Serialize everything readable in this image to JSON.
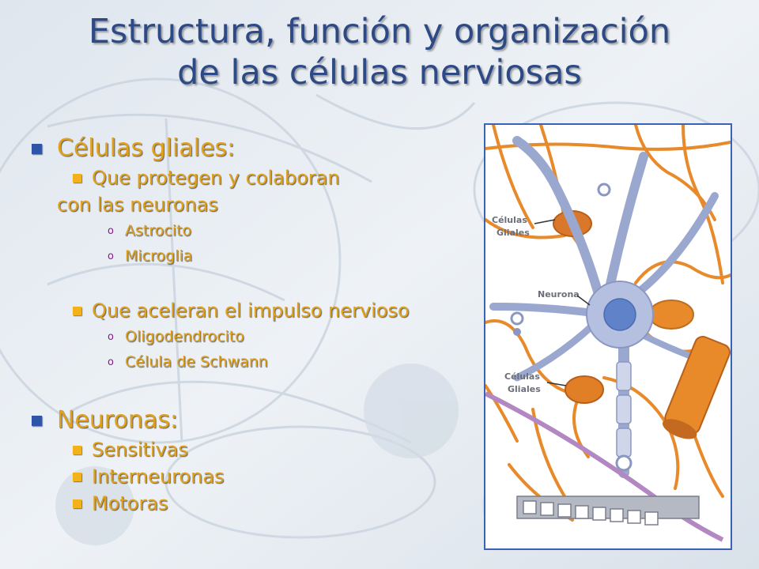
{
  "title": {
    "line1": "Estructura, función y organización",
    "line2": "de las células nerviosas"
  },
  "sections": [
    {
      "heading": "Células gliales:",
      "subitems": [
        {
          "text": "Que protegen y colaboran",
          "continuation": "con las neuronas",
          "items": [
            "Astrocito",
            "Microglia"
          ]
        },
        {
          "text": "Que aceleran el impulso nervioso",
          "items": [
            "Oligodendrocito",
            "Célula de Schwann"
          ]
        }
      ]
    },
    {
      "heading": "Neuronas:",
      "subitems": [
        {
          "text": "Sensitivas"
        },
        {
          "text": "Interneuronas"
        },
        {
          "text": "Motoras"
        }
      ]
    }
  ],
  "figure": {
    "label_glia_top_1": "Células",
    "label_glia_top_2": "Gliales",
    "label_neuron": "Neurona",
    "label_glia_bottom_1": "Células",
    "label_glia_bottom_2": "Gliales"
  },
  "colors": {
    "title": "#2e4a86",
    "text": "#e2a11a",
    "bullet_level1": "#2e55a8",
    "bullet_level2": "#f2b21c",
    "bullet_level3": "#8a1a8a",
    "glia": "#e8892a",
    "neuron": "#9aa7cf"
  }
}
